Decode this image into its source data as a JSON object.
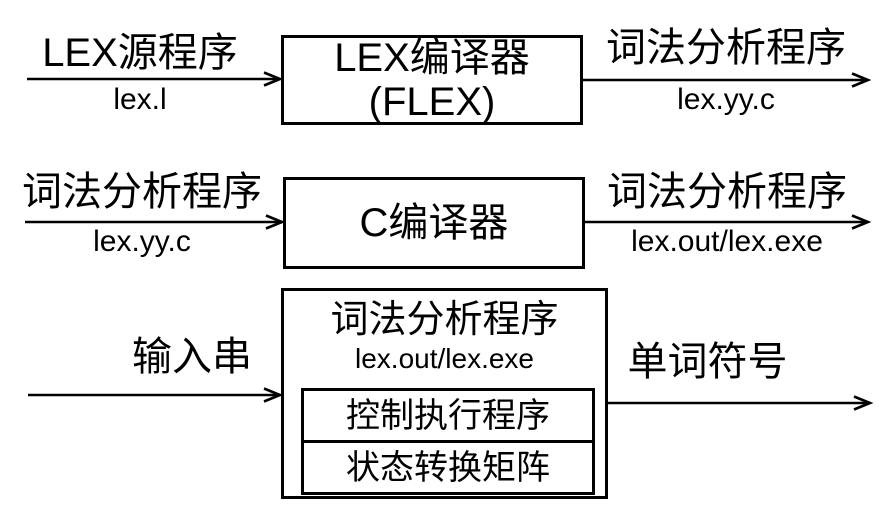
{
  "colors": {
    "ink": "#000000",
    "background": "#ffffff"
  },
  "row1": {
    "in_label": "LEX源程序",
    "in_sub": "lex.l",
    "box_line1": "LEX编译器",
    "box_line2": "(FLEX)",
    "out_label": "词法分析程序",
    "out_sub": "lex.yy.c"
  },
  "row2": {
    "in_label": "词法分析程序",
    "in_sub": "lex.yy.c",
    "box_line1": "C编译器",
    "out_label": "词法分析程序",
    "out_sub": "lex.out/lex.exe"
  },
  "row3": {
    "in_label": "输入串",
    "box_title": "词法分析程序",
    "box_sub": "lex.out/lex.exe",
    "inner_cell1": "控制执行程序",
    "inner_cell2": "状态转换矩阵",
    "out_label": "单词符号"
  }
}
